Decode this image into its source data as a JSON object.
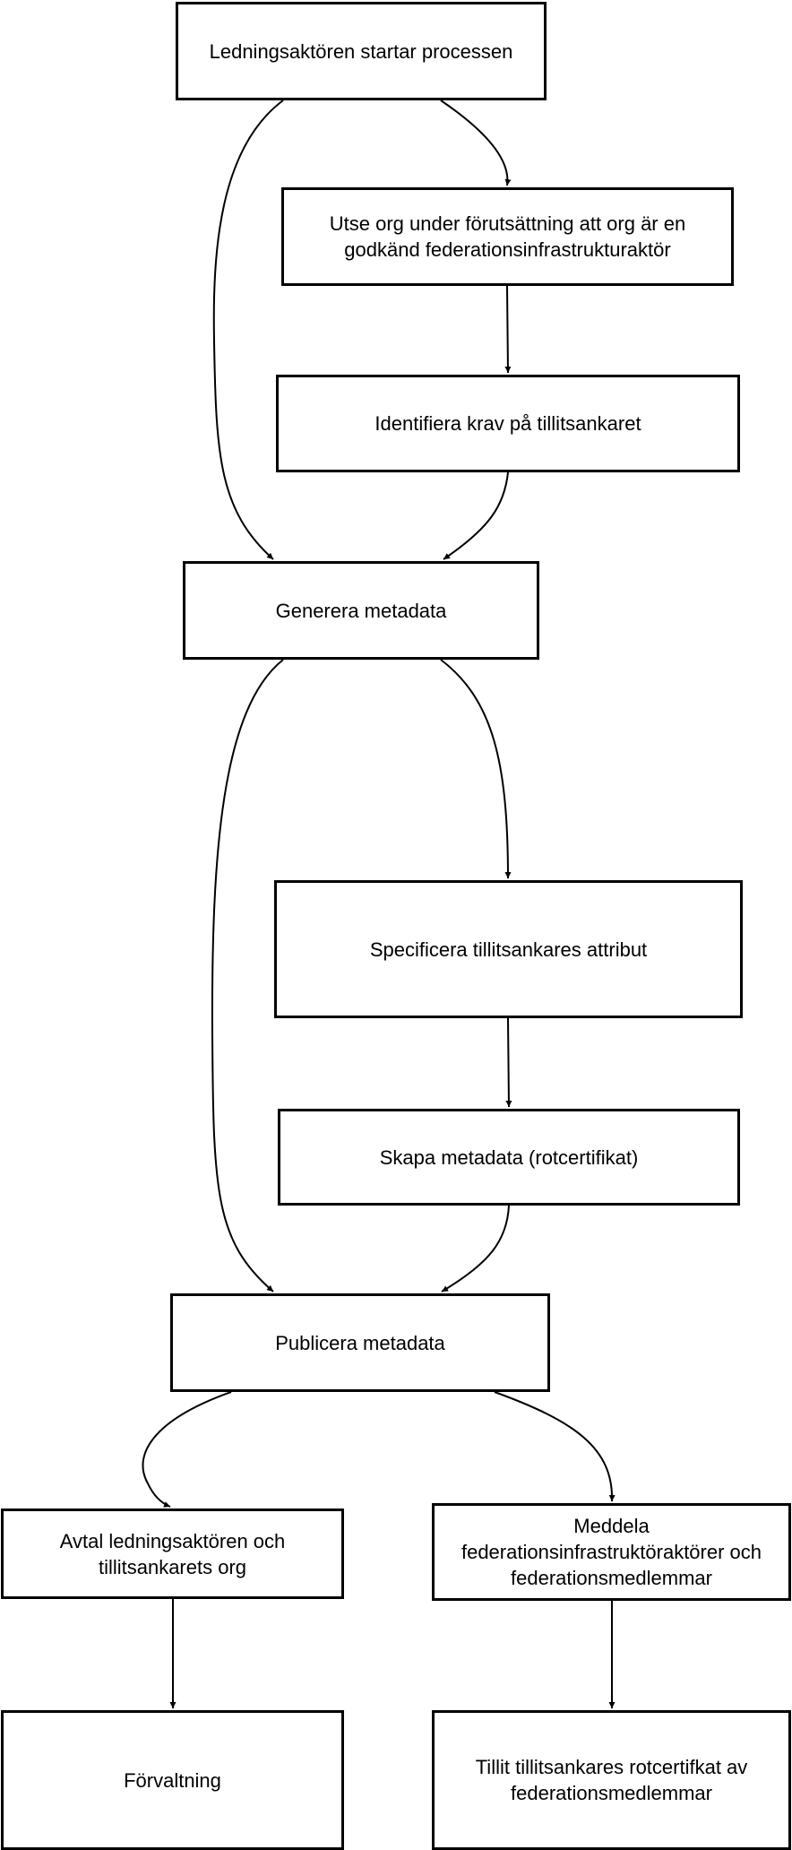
{
  "diagram": {
    "nodes": {
      "start": {
        "label": "Ledningsaktören startar processen"
      },
      "appoint": {
        "label": "Utse org under förutsättning att org är en\ngodkänd federationsinfrastrukturaktör"
      },
      "identify": {
        "label": "Identifiera krav på tillitsankaret"
      },
      "generate": {
        "label": "Generera metadata"
      },
      "specify": {
        "label": "Specificera tillitsankares attribut"
      },
      "create": {
        "label": "Skapa metadata (rotcertifikat)"
      },
      "publish": {
        "label": "Publicera metadata"
      },
      "agreement": {
        "label": "Avtal ledningsaktören och\ntillitsankarets org"
      },
      "notify": {
        "label": "Meddela\nfederationsinfrastruktöraktörer och\nfederationsmedlemmar"
      },
      "management": {
        "label": "Förvaltning"
      },
      "trust": {
        "label": "Tillit tillitsankares rotcertifkat av\nfederationsmedlemmar"
      }
    },
    "edges": [
      {
        "from": "start",
        "to": "appoint"
      },
      {
        "from": "start",
        "to": "generate"
      },
      {
        "from": "appoint",
        "to": "identify"
      },
      {
        "from": "identify",
        "to": "generate"
      },
      {
        "from": "generate",
        "to": "specify"
      },
      {
        "from": "generate",
        "to": "publish"
      },
      {
        "from": "specify",
        "to": "create"
      },
      {
        "from": "create",
        "to": "publish"
      },
      {
        "from": "publish",
        "to": "agreement"
      },
      {
        "from": "publish",
        "to": "notify"
      },
      {
        "from": "agreement",
        "to": "management"
      },
      {
        "from": "notify",
        "to": "trust"
      }
    ],
    "line_color": "#000000",
    "box_border_color": "#000000",
    "box_fill_color": "#ffffff"
  }
}
